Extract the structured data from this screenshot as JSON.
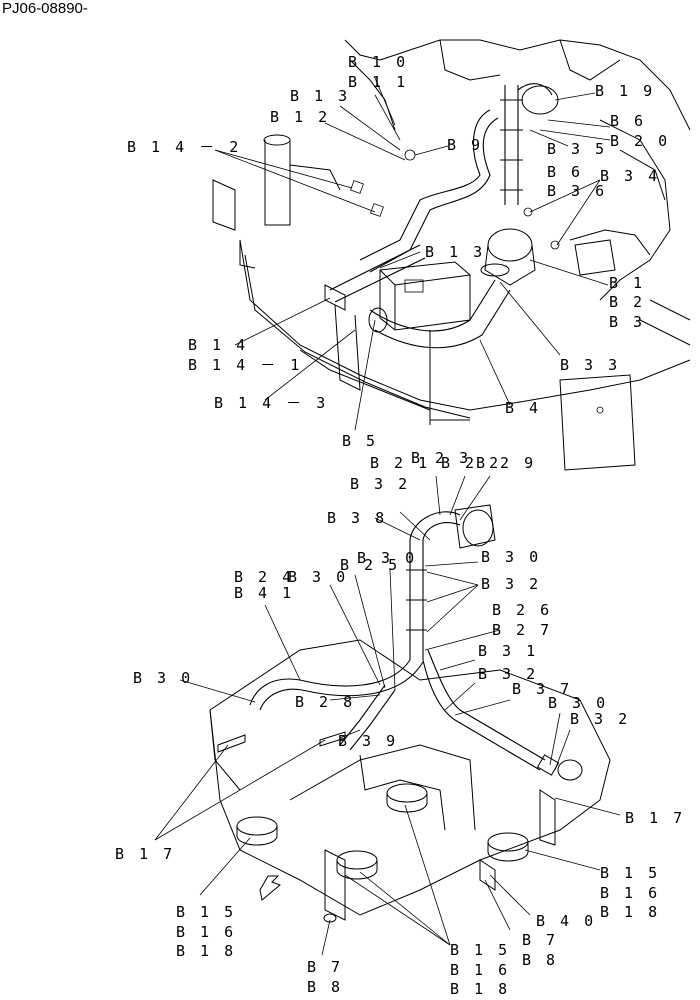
{
  "doc_id": "PJ06-08890-",
  "top_labels": [
    "B10",
    "B11",
    "B13",
    "B12",
    "B14-2",
    "B9",
    "B19",
    "B6",
    "B20",
    "B35",
    "B6",
    "B36",
    "B34",
    "B13",
    "B1",
    "B2",
    "B3",
    "B33",
    "B14",
    "B14-1",
    "B14-3",
    "B4",
    "B5"
  ],
  "bottom_labels": [
    "B21",
    "B23",
    "B22",
    "B29",
    "B32",
    "B38",
    "B30",
    "B30",
    "B32",
    "B24",
    "B30",
    "B25",
    "B41",
    "B26",
    "B27",
    "B31",
    "B30",
    "B32",
    "B37",
    "B28",
    "B30",
    "B32",
    "B39",
    "B17",
    "B17",
    "B15",
    "B16",
    "B18",
    "B15",
    "B16",
    "B18",
    "B15",
    "B16",
    "B18",
    "B40",
    "B7",
    "B8",
    "B7",
    "B8"
  ]
}
